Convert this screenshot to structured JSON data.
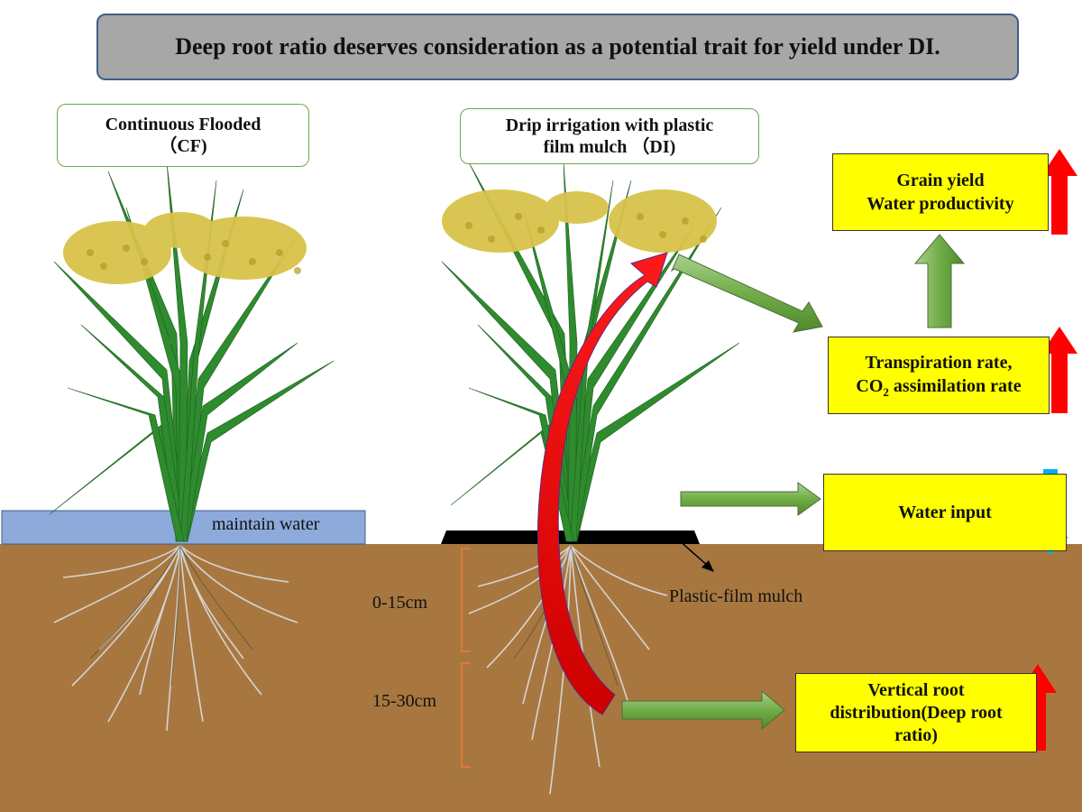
{
  "title": "Deep root ratio deserves consideration as a potential trait for yield under DI.",
  "cf_label": {
    "line1": "Continuous Flooded",
    "line2": "（CF)"
  },
  "di_label": {
    "line1": "Drip irrigation with plastic",
    "line2": "film mulch （DI)"
  },
  "maintain_water": "maintain water",
  "plastic_film_mulch": "Plastic-film mulch",
  "depth_labels": {
    "shallow": "0-15cm",
    "deep": "15-30cm"
  },
  "boxes": {
    "grain_yield": {
      "line1": "Grain yield",
      "line2": "Water productivity",
      "trend": "up"
    },
    "transpiration": {
      "line1": "Transpiration rate,",
      "line2_prefix": "CO",
      "line2_sub": "2",
      "line2_suffix": " assimilation rate",
      "trend": "up"
    },
    "water_input": {
      "line1": "Water input",
      "trend": "down"
    },
    "vertical_root": {
      "line1": "Vertical root",
      "line2": "distribution(Deep root",
      "line3": "ratio)",
      "trend": "up"
    }
  },
  "colors": {
    "soil": "#a87740",
    "water": "#8eaadb",
    "mulch": "#000000",
    "leaf": "#2e8b2e",
    "panicle": "#d8c24a",
    "root": "#d9d9d9",
    "green_arrow": "#70ad47",
    "red_arrow": "#ff0000",
    "blue_arrow": "#00b0f0",
    "yellow_box": "#ffff00",
    "title_bg": "#a7a7a7",
    "bracket": "#ed7d31"
  }
}
